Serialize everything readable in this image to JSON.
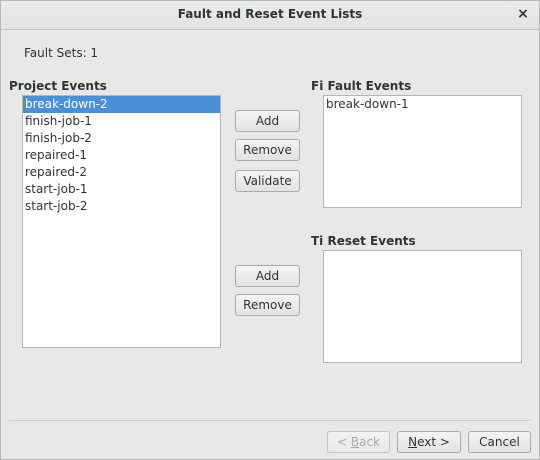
{
  "window": {
    "title": "Fault and Reset Event Lists",
    "close_glyph": "×"
  },
  "fault_sets_label": "Fault Sets: 1",
  "project_events": {
    "heading": "Project Events",
    "items": [
      "break-down-2",
      "finish-job-1",
      "finish-job-2",
      "repaired-1",
      "repaired-2",
      "start-job-1",
      "start-job-2"
    ],
    "selected_index": 0
  },
  "fault_buttons": {
    "add": "Add",
    "remove": "Remove",
    "validate": "Validate"
  },
  "fi_fault_events": {
    "heading": "Fi Fault Events",
    "items": [
      "break-down-1"
    ]
  },
  "reset_buttons": {
    "add": "Add",
    "remove": "Remove"
  },
  "ti_reset_events": {
    "heading": "Ti Reset Events",
    "items": []
  },
  "footer": {
    "back_prefix": "< ",
    "back_mnemonic": "B",
    "back_rest": "ack",
    "next_mnemonic": "N",
    "next_rest": "ext >",
    "cancel": "Cancel"
  }
}
